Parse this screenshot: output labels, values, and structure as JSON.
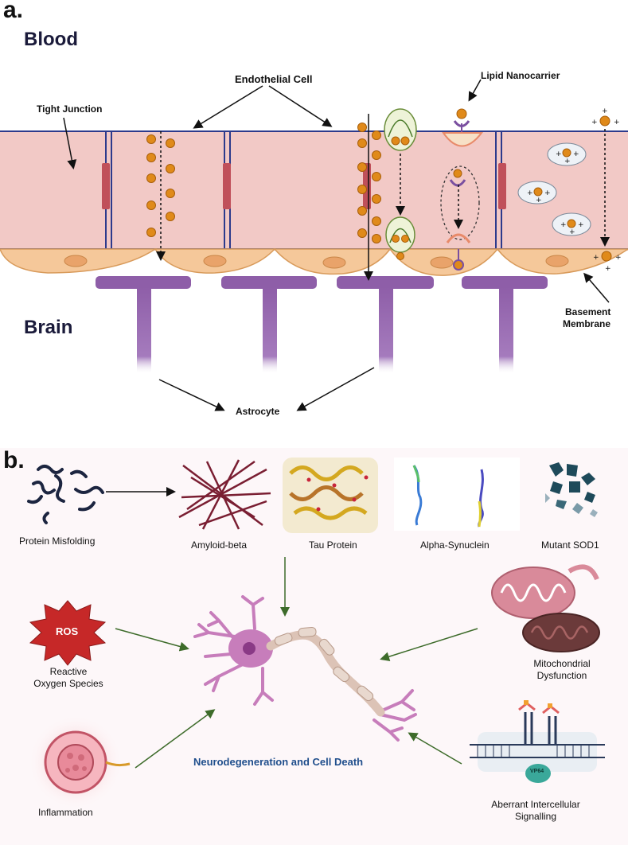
{
  "panel_a": {
    "marker": "a.",
    "blood": "Blood",
    "brain": "Brain",
    "endothelial_cell": "Endothelial Cell",
    "tight_junction": "Tight Junction",
    "lipid_nanocarrier": "Lipid Nanocarrier",
    "basement_membrane_line1": "Basement",
    "basement_membrane_line2": "Membrane",
    "astrocyte": "Astrocyte"
  },
  "panel_b": {
    "marker": "b.",
    "protein_misfolding": "Protein Misfolding",
    "amyloid_beta": "Amyloid-beta",
    "tau_protein": "Tau Protein",
    "alpha_synuclein": "Alpha-Synuclein",
    "mutant_sod1": "Mutant SOD1",
    "ros_badge": "ROS",
    "ros_line1": "Reactive",
    "ros_line2": "Oxygen Species",
    "mito_line1": "Mitochondrial",
    "mito_line2": "Dysfunction",
    "inflammation": "Inflammation",
    "aberrant_line1": "Aberrant Intercellular",
    "aberrant_line2": "Signalling",
    "center_title": "Neurodegeneration and Cell Death",
    "vpr_tag": "VP64"
  },
  "colors": {
    "endothelium": "#f2c9c6",
    "membrane_line": "#2c3a8c",
    "tight_junction": "#c0505a",
    "basement": "#f5c89a",
    "astrocyte": "#8e5ea8",
    "nanoparticle": "#e08a1a",
    "neuron": "#c77dbb",
    "title_blue": "#1f4e8c",
    "ros_red": "#c62828"
  }
}
